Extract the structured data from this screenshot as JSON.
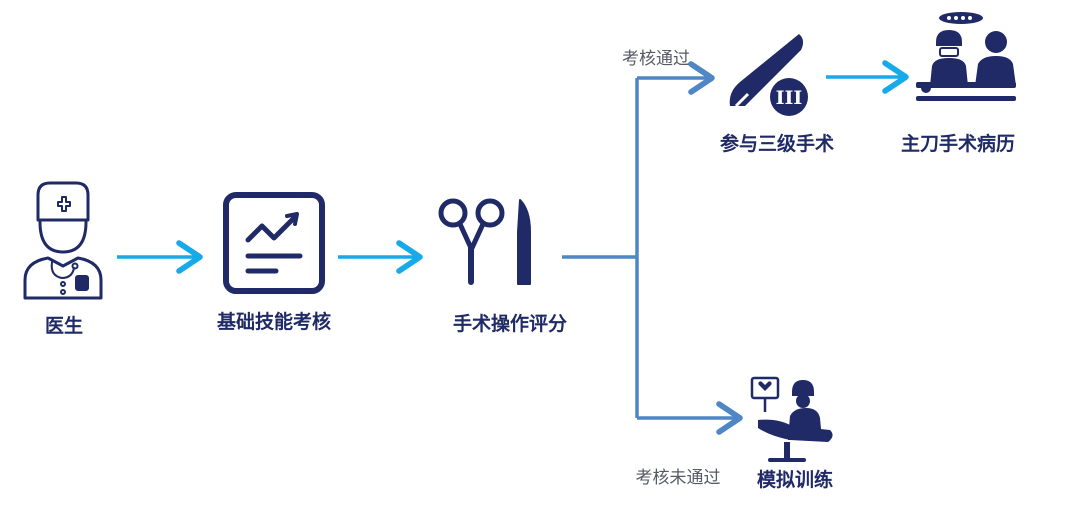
{
  "nodes": {
    "doctor": "医生",
    "basic": "基础技能考核",
    "surgery": "手术操作评分",
    "level3": "参与三级手术",
    "record": "主刀手术病历",
    "simulation": "模拟训练"
  },
  "edges": {
    "pass": "考核通过",
    "fail": "考核未通过"
  },
  "badge": "III",
  "colors": {
    "navy": "#1f2a66",
    "arrow_cyan": "#17a9e8",
    "branch_blue": "#4f86c6",
    "edge_text": "#555a66"
  }
}
